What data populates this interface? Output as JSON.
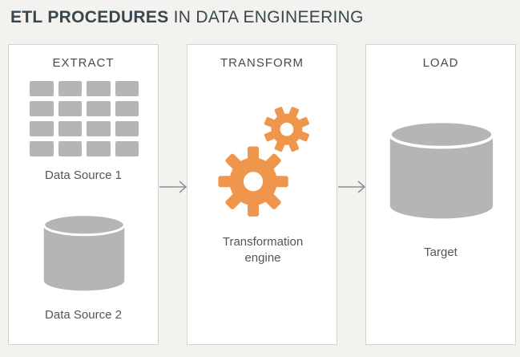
{
  "title": {
    "bold": "ETL PROCEDURES",
    "regular": " IN DATA ENGINEERING"
  },
  "panels": {
    "extract": {
      "heading": "EXTRACT",
      "source1_label": "Data Source 1",
      "source2_label": "Data Source 2"
    },
    "transform": {
      "heading": "TRANSFORM",
      "engine_label": "Transformation engine"
    },
    "load": {
      "heading": "LOAD",
      "target_label": "Target"
    }
  },
  "icons": {
    "extract_source1": "table-grid-icon",
    "extract_source2": "database-cylinder-icon",
    "transform": "gear-icon",
    "load": "database-cylinder-icon",
    "flow": "arrow-right-icon"
  },
  "colors": {
    "background": "#f3f2ee",
    "panel_background": "#ffffff",
    "panel_border": "#d4d3cf",
    "shape_gray": "#b5b5b5",
    "gear_orange": "#f0964c",
    "arrow_gray": "#8f8f8f",
    "title_text": "#37474f",
    "label_text": "#555555"
  }
}
